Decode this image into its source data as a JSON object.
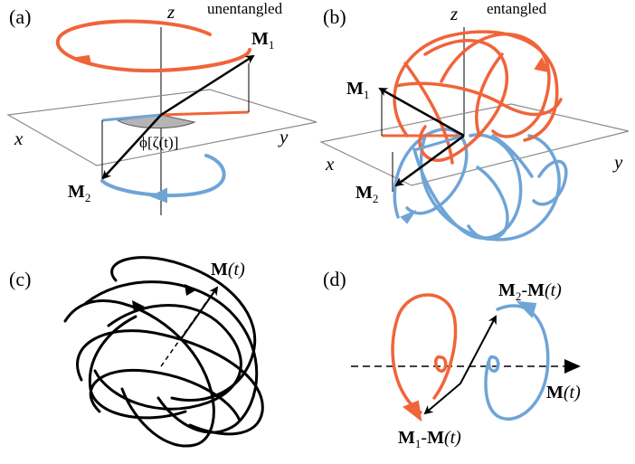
{
  "colors": {
    "orange": "#f0643a",
    "blue": "#6fa4d6",
    "black": "#000000",
    "plane": "#8c8c8c",
    "shade": "#b4b4b4"
  },
  "panels": {
    "a": {
      "label": "(a)",
      "caption": "unentangled",
      "axes": {
        "x": "x",
        "y": "y",
        "z": "z"
      },
      "m1": {
        "bold": "M",
        "sub": "1"
      },
      "m2": {
        "bold": "M",
        "sub": "2"
      },
      "angle": "ϕ[ζ(t)]"
    },
    "b": {
      "label": "(b)",
      "caption": "entangled",
      "axes": {
        "x": "x",
        "y": "y",
        "z": "z"
      },
      "m1": {
        "bold": "M",
        "sub": "1"
      },
      "m2": {
        "bold": "M",
        "sub": "2"
      }
    },
    "c": {
      "label": "(c)",
      "mt": {
        "bold": "M",
        "rest": "(t)"
      }
    },
    "d": {
      "label": "(d)",
      "m2_minus": {
        "bold1": "M",
        "sub": "2",
        "dash": "-",
        "bold2": "M",
        "rest": "(t)"
      },
      "m1_minus": {
        "bold1": "M",
        "sub": "1",
        "dash": "-",
        "bold2": "M",
        "rest": "(t)"
      },
      "mt": {
        "bold": "M",
        "rest": "(t)"
      }
    }
  }
}
